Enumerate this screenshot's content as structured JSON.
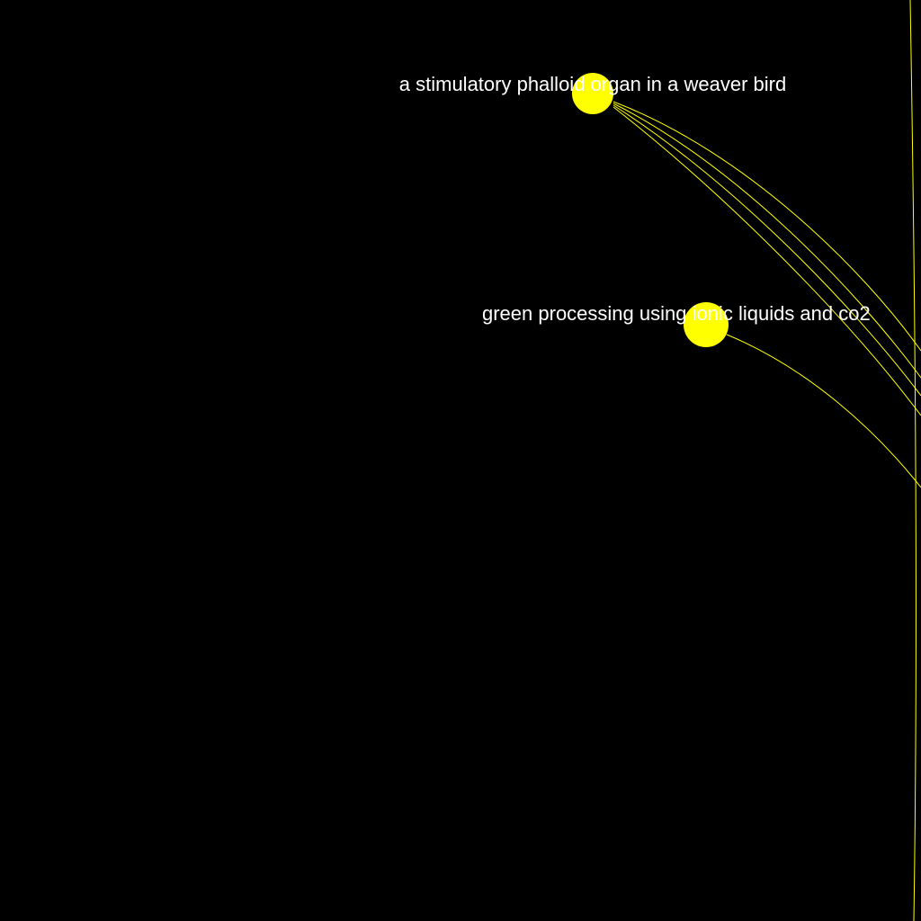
{
  "colors": {
    "background": "#000000",
    "node_fill": "#ffff00",
    "edge_stroke": "#ffff00",
    "label_text": "#ffffff"
  },
  "nodes": [
    {
      "id": "n1",
      "label": "a stimulatory phalloid organ in a weaver bird"
    },
    {
      "id": "n2",
      "label": "green processing using ionic liquids and co2"
    }
  ]
}
